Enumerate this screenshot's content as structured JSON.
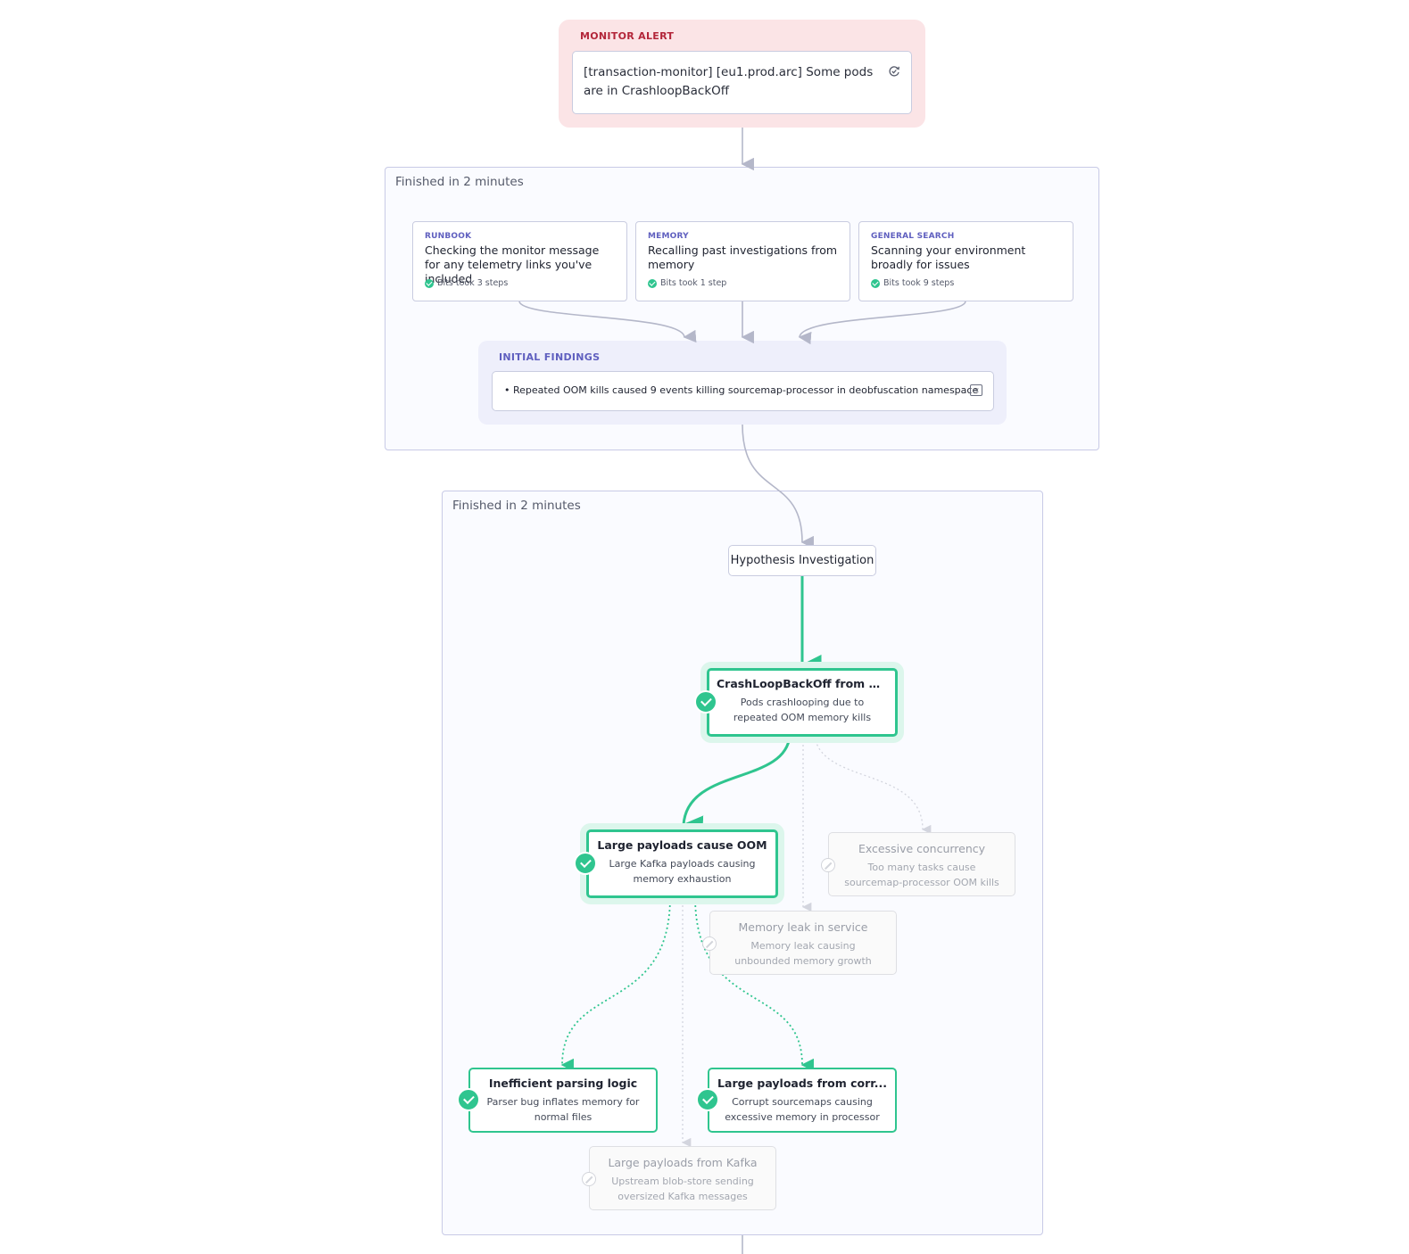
{
  "monitor_alert": {
    "label": "MONITOR ALERT",
    "message": "[transaction-monitor] [eu1.prod.arc] Some pods are in CrashloopBackOff",
    "icon": "refresh-check-icon"
  },
  "phase1": {
    "title": "Finished in 2 minutes",
    "sources": [
      {
        "category": "RUNBOOK",
        "description": "Checking the monitor message for any telemetry links you've included",
        "status": "Bits took 3 steps"
      },
      {
        "category": "MEMORY",
        "description": "Recalling past investigations from memory",
        "status": "Bits took 1 step"
      },
      {
        "category": "GENERAL SEARCH",
        "description": "Scanning your environment broadly for issues",
        "status": "Bits took 9 steps"
      }
    ],
    "initial_findings": {
      "label": "INITIAL FINDINGS",
      "items": [
        "Repeated OOM kills caused 9 events killing sourcemap-processor in deobfuscation namespace"
      ]
    }
  },
  "phase2": {
    "title": "Finished in 2 minutes",
    "root": "Hypothesis Investigation",
    "hypotheses": {
      "crashloop": {
        "title": "CrashLoopBackOff from O...",
        "description": "Pods crashlooping due to repeated OOM memory kills",
        "status": "confirmed"
      },
      "large_payloads": {
        "title": "Large payloads cause OOM",
        "description": "Large Kafka payloads causing memory exhaustion",
        "status": "confirmed"
      },
      "excessive_concurrency": {
        "title": "Excessive concurrency",
        "description": "Too many tasks cause sourcemap-processor OOM kills",
        "status": "invalidated"
      },
      "memory_leak": {
        "title": "Memory leak in service",
        "description": "Memory leak causing unbounded memory growth",
        "status": "invalidated"
      },
      "inefficient_parsing": {
        "title": "Inefficient parsing logic",
        "description": "Parser bug inflates memory for normal files",
        "status": "confirmed"
      },
      "payloads_corrupt": {
        "title": "Large payloads from corr...",
        "description": "Corrupt sourcemaps causing excessive memory in processor",
        "status": "confirmed"
      },
      "payloads_kafka": {
        "title": "Large payloads from Kafka",
        "description": "Upstream blob-store sending oversized Kafka messages",
        "status": "invalidated"
      }
    }
  },
  "colors": {
    "alert_bg": "#fbe4e6",
    "alert_label": "#b3263a",
    "category_label": "#5f5fbf",
    "confirmed_green": "#2fc58f",
    "edge_gray": "#b4b7c9",
    "phase_border": "#c8cae6"
  }
}
